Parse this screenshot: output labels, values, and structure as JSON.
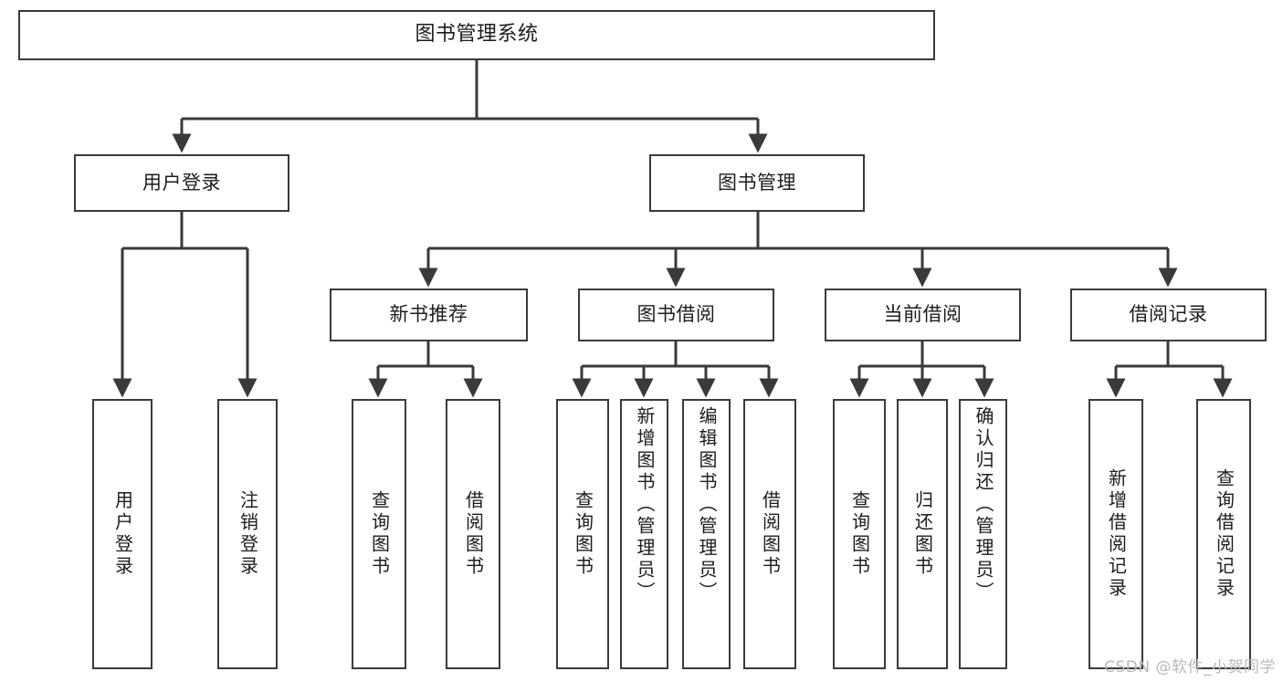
{
  "diagram": {
    "type": "tree-hierarchy",
    "title": "图书管理系统",
    "colors": {
      "box_border": "#3a3a3a",
      "box_fill": "#ffffff",
      "connector": "#3a3a3a",
      "text": "#1c1c1c",
      "watermark": "#b9b9b9",
      "background": "#ffffff"
    },
    "nodes": {
      "root": {
        "label": "图书管理系统"
      },
      "tier2": [
        {
          "label": "用户登录"
        },
        {
          "label": "图书管理"
        }
      ],
      "tier3": [
        {
          "label": "新书推荐"
        },
        {
          "label": "图书借阅"
        },
        {
          "label": "当前借阅"
        },
        {
          "label": "借阅记录"
        }
      ],
      "leaves": [
        {
          "label": "用户登录",
          "parent": "用户登录"
        },
        {
          "label": "注销登录",
          "parent": "用户登录"
        },
        {
          "label": "查询图书",
          "parent": "新书推荐"
        },
        {
          "label": "借阅图书",
          "parent": "新书推荐"
        },
        {
          "label": "查询图书",
          "parent": "图书借阅"
        },
        {
          "label": "新增图书（管理员）",
          "parent": "图书借阅"
        },
        {
          "label": "编辑图书（管理员）",
          "parent": "图书借阅"
        },
        {
          "label": "借阅图书",
          "parent": "图书借阅"
        },
        {
          "label": "查询图书",
          "parent": "当前借阅"
        },
        {
          "label": "归还图书",
          "parent": "当前借阅"
        },
        {
          "label": "确认归还（管理员）",
          "parent": "当前借阅"
        },
        {
          "label": "新增借阅记录",
          "parent": "借阅记录"
        },
        {
          "label": "查询借阅记录",
          "parent": "借阅记录"
        }
      ]
    },
    "watermark": "CSDN @软件_小贺同学"
  }
}
